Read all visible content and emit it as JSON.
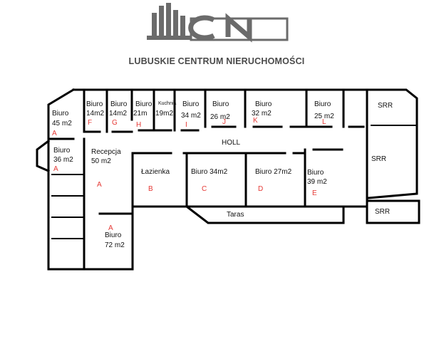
{
  "brand": {
    "logo_letters": "LCN",
    "name": "LUBUSKIE CENTRUM NIERUCHOMOŚCI",
    "logo_color": "#6b6b6b"
  },
  "rooms": [
    {
      "id": "r45",
      "lines": [
        "Biuro",
        "45 m2"
      ],
      "mark": "A"
    },
    {
      "id": "rF",
      "lines": [
        "Biuro",
        "14m2"
      ],
      "mark": "F"
    },
    {
      "id": "rG",
      "lines": [
        "Biuro",
        "14m2"
      ],
      "mark": "G"
    },
    {
      "id": "rH",
      "lines": [
        "Biuro",
        "21m"
      ],
      "mark": "H"
    },
    {
      "id": "rK19",
      "lines": [
        "Kuchnia",
        "19m2"
      ],
      "mark": ""
    },
    {
      "id": "rI",
      "lines": [
        "Biuro",
        "34 m2"
      ],
      "mark": "I"
    },
    {
      "id": "rJ",
      "lines": [
        "Biuro",
        "26 m2"
      ],
      "mark": "J"
    },
    {
      "id": "rK",
      "lines": [
        "Biuro",
        "32 m2"
      ],
      "mark": "K"
    },
    {
      "id": "rL",
      "lines": [
        "Biuro",
        "25 m2"
      ],
      "mark": "L"
    },
    {
      "id": "r36",
      "lines": [
        "Biuro",
        "36 m2"
      ],
      "mark": "A"
    },
    {
      "id": "recep",
      "lines": [
        "Recepcja",
        "50 m2"
      ],
      "mark": "A"
    },
    {
      "id": "lazienka",
      "lines": [
        "Łazienka"
      ],
      "mark": "B"
    },
    {
      "id": "rC",
      "lines": [
        "Biuro 34m2"
      ],
      "mark": "C"
    },
    {
      "id": "rD",
      "lines": [
        "Biuro 27m2"
      ],
      "mark": "D"
    },
    {
      "id": "rE",
      "lines": [
        "Biuro",
        "39 m2"
      ],
      "mark": "E"
    },
    {
      "id": "r72",
      "lines": [
        "Biuro",
        "72 m2"
      ],
      "mark": "A"
    },
    {
      "id": "srr1",
      "lines": [
        "SRR"
      ],
      "mark": ""
    },
    {
      "id": "srr2",
      "lines": [
        "SRR"
      ],
      "mark": ""
    },
    {
      "id": "srr3",
      "lines": [
        "SRR"
      ],
      "mark": ""
    }
  ],
  "areas": {
    "holl": "HOLL",
    "taras": "Taras"
  }
}
